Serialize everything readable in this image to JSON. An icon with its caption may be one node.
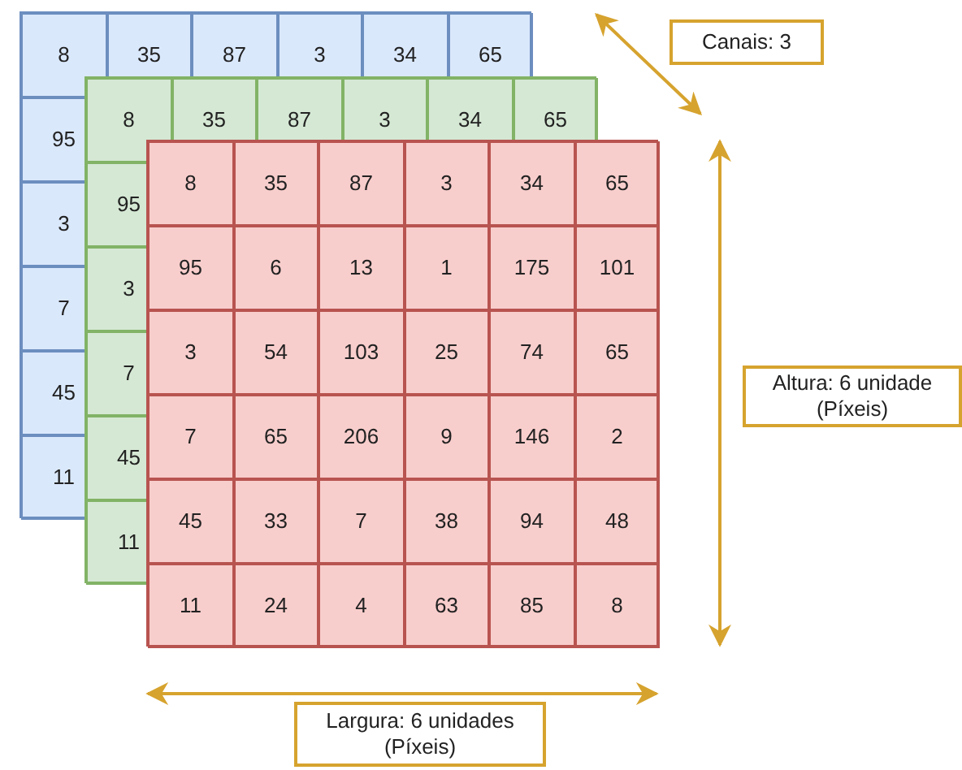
{
  "diagram": {
    "nodes": [
      {
        "text": [
          "Canais: 3"
        ]
      },
      {
        "text": [
          "Altura: 6 unidade (Píxeis)"
        ]
      },
      {
        "text": [
          "Largura: 6 unidades (Píxeis)"
        ]
      }
    ],
    "labels": [
      "8",
      "35",
      "87",
      "3",
      "34",
      "65",
      "95",
      "3",
      "7",
      "45",
      "11",
      "8",
      "35",
      "87",
      "3",
      "34",
      "65",
      "95",
      "3",
      "7",
      "45",
      "11",
      "8",
      "35",
      "87",
      "3",
      "34",
      "65",
      "95",
      "6",
      "13",
      "1",
      "175",
      "101",
      "3",
      "54",
      "103",
      "25",
      "74",
      "65",
      "7",
      "65",
      "206",
      "9",
      "146",
      "2",
      "45",
      "33",
      "7",
      "38",
      "94",
      "48",
      "11",
      "24",
      "4",
      "63",
      "85",
      "8"
    ]
  }
}
